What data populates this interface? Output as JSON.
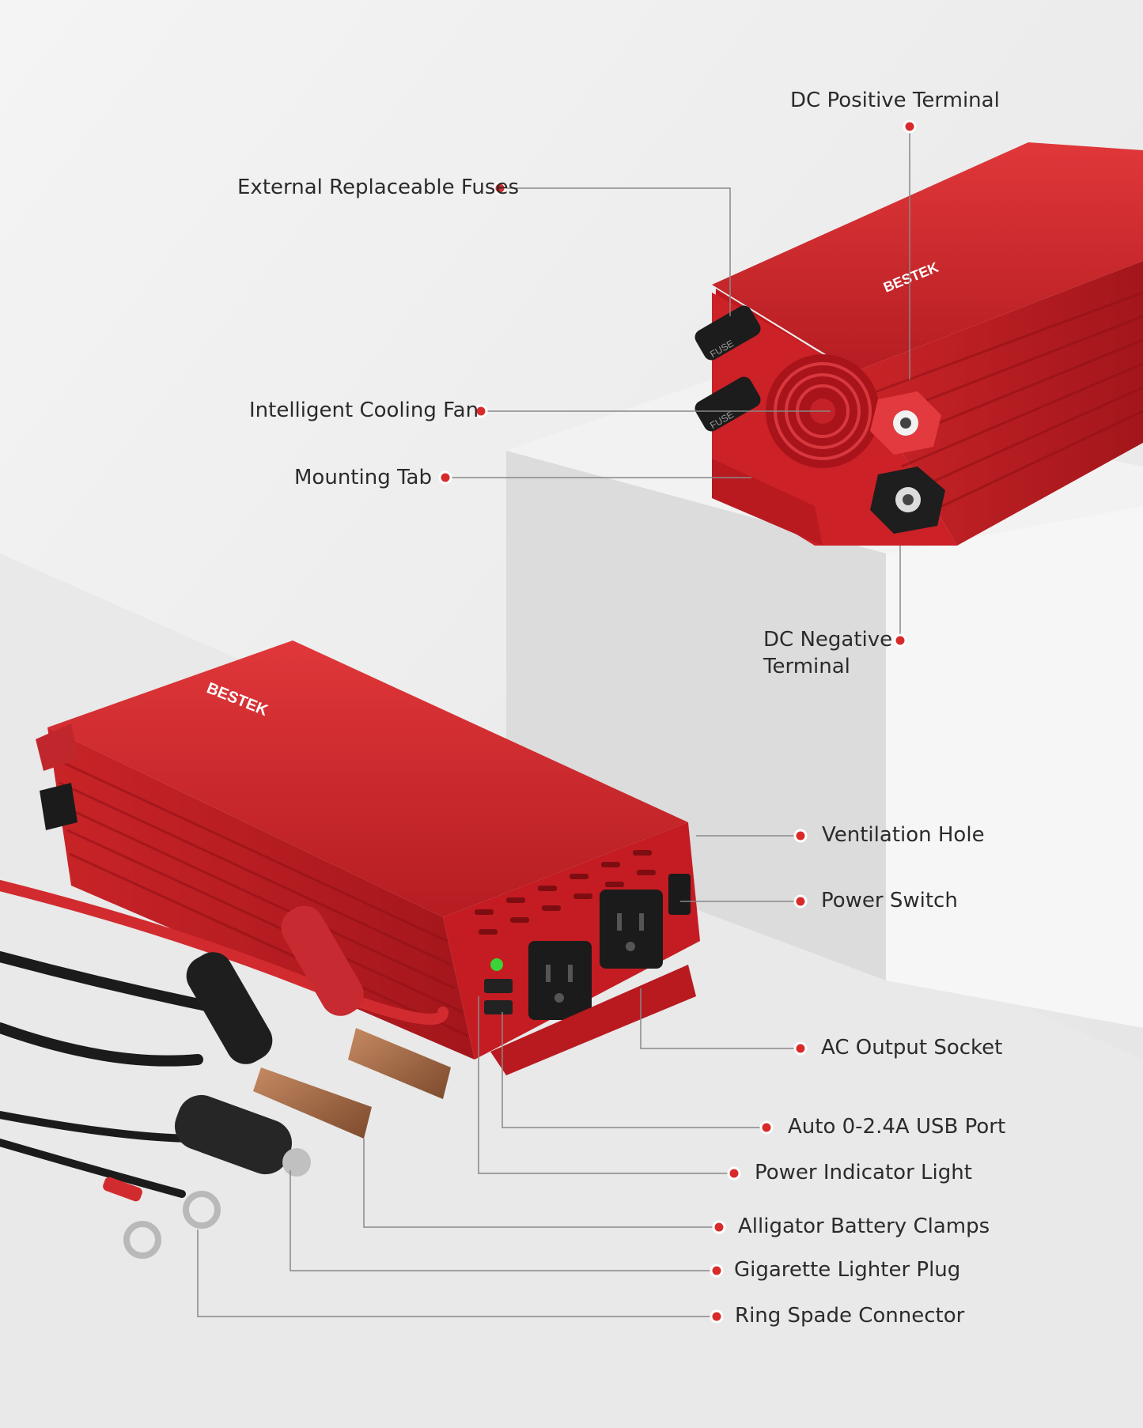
{
  "brand": {
    "name": "BESTEK",
    "accent": "#d92a2a",
    "leader": "#888888"
  },
  "rear_panel": {
    "fuse_text": "FUSE"
  },
  "front_unit": {
    "brand_label": "BESTEK"
  },
  "callouts": [
    {
      "id": "dc-positive-terminal",
      "text": "DC Positive Terminal"
    },
    {
      "id": "external-replaceable-fuses",
      "text": "External Replaceable Fuses"
    },
    {
      "id": "intelligent-cooling-fan",
      "text": "Intelligent Cooling Fan"
    },
    {
      "id": "mounting-tab",
      "text": "Mounting Tab"
    },
    {
      "id": "dc-negative-terminal",
      "text": "DC Negative Terminal"
    },
    {
      "id": "ventilation-hole",
      "text": "Ventilation Hole"
    },
    {
      "id": "power-switch",
      "text": "Power Switch"
    },
    {
      "id": "ac-output-socket",
      "text": "AC Output Socket"
    },
    {
      "id": "usb-port",
      "text": "Auto 0-2.4A USB Port"
    },
    {
      "id": "power-indicator-light",
      "text": "Power Indicator Light"
    },
    {
      "id": "alligator-battery-clamps",
      "text": "Alligator Battery Clamps"
    },
    {
      "id": "cigarette-lighter-plug",
      "text": "Gigarette Lighter Plug"
    },
    {
      "id": "ring-spade-connector",
      "text": "Ring Spade Connector"
    }
  ]
}
